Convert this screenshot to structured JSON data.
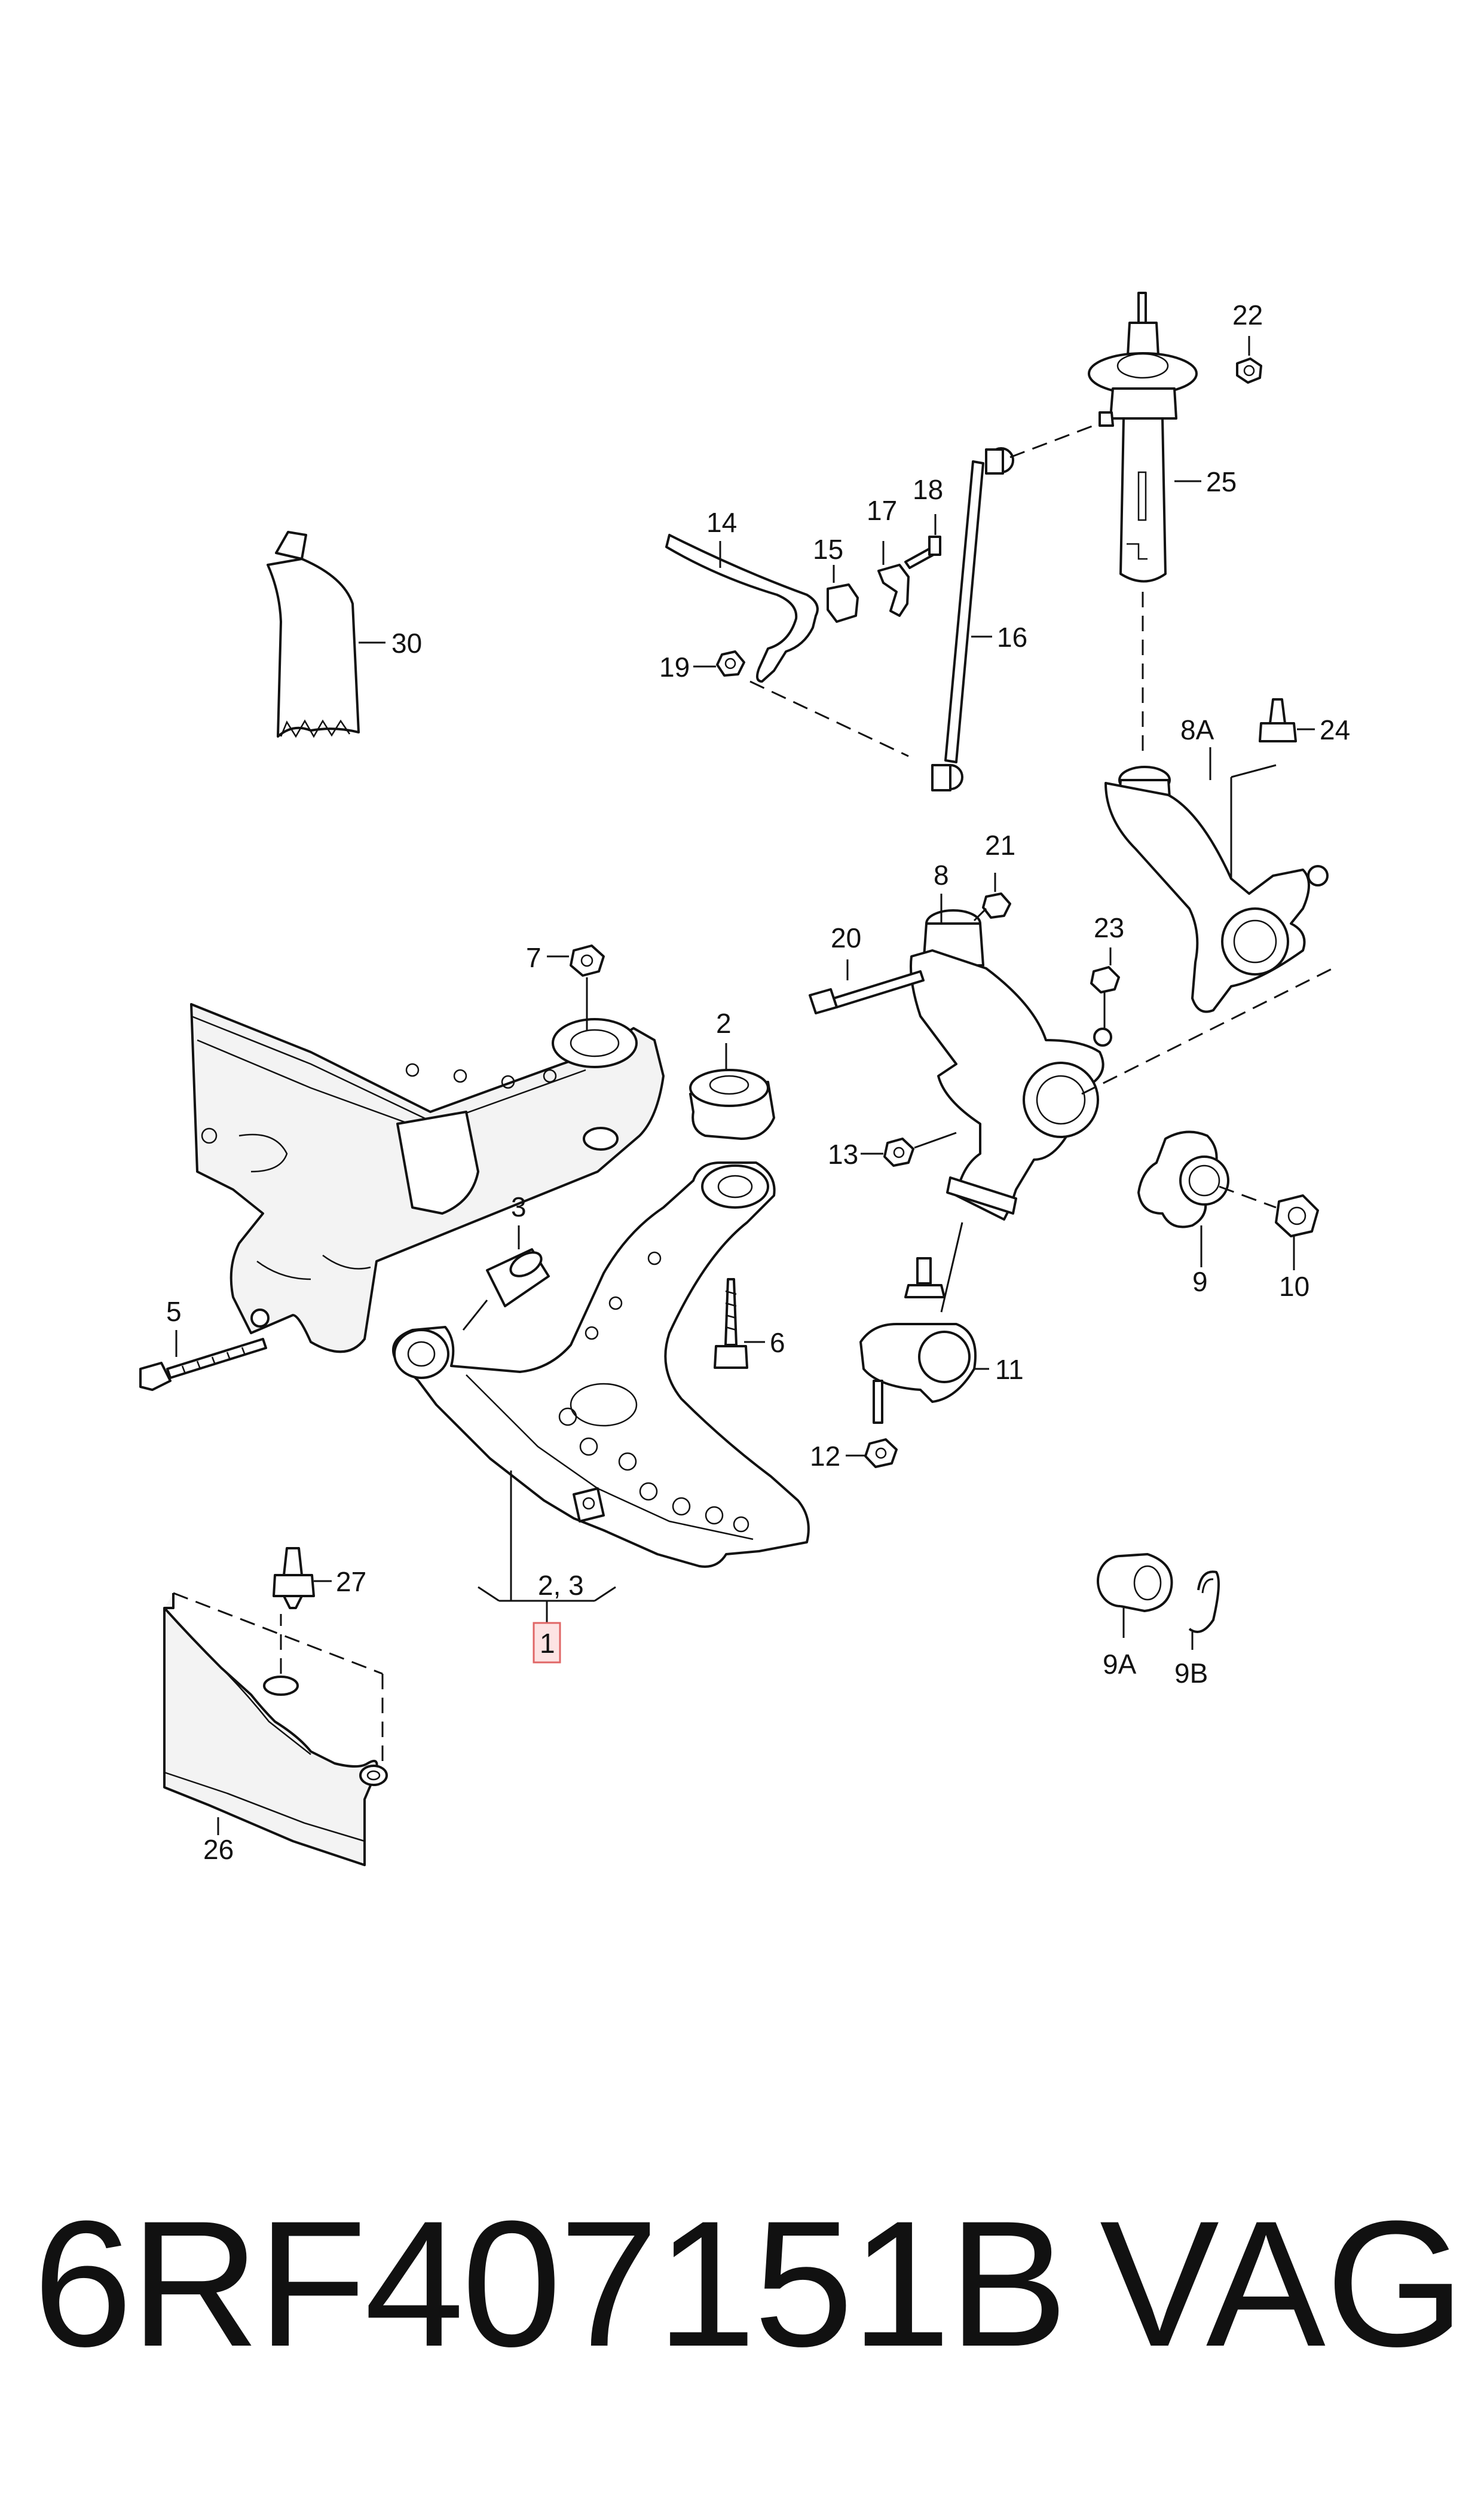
{
  "callouts": {
    "c1": "1",
    "c23": "2, 3",
    "c2": "2",
    "c3": "3",
    "c5": "5",
    "c6": "6",
    "c7": "7",
    "c8": "8",
    "c8a": "8A",
    "c9": "9",
    "c9a": "9A",
    "c9b": "9B",
    "c10": "10",
    "c11": "11",
    "c12": "12",
    "c13": "13",
    "c14": "14",
    "c15": "15",
    "c16": "16",
    "c17": "17",
    "c18": "18",
    "c19": "19",
    "c20": "20",
    "c21": "21",
    "c22": "22",
    "c23n": "23",
    "c24": "24",
    "c25": "25",
    "c26": "26",
    "c27": "27",
    "c30": "30"
  },
  "highlight_color": "#e06666",
  "highlight_fill": "#fde3e3",
  "footer": {
    "part_number": "6RF407151B",
    "brand": "VAG"
  }
}
